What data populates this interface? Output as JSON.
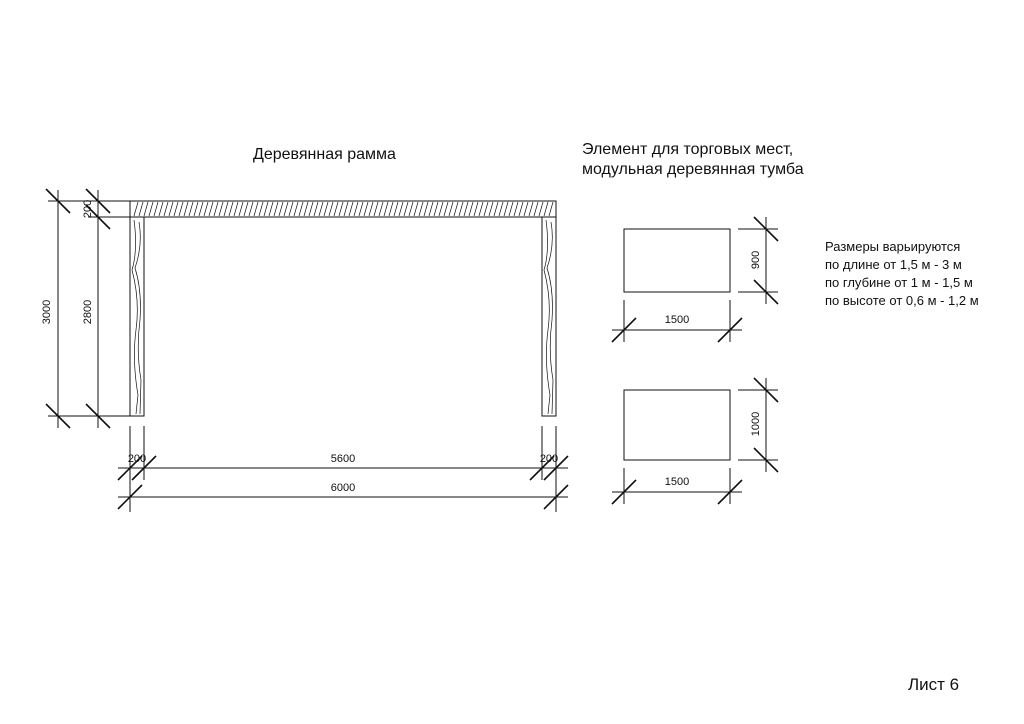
{
  "frame": {
    "title": "Деревянная рамма",
    "dims": {
      "total_height": "3000",
      "inner_height": "2800",
      "beam_thickness": "200",
      "post_left": "200",
      "span": "5600",
      "post_right": "200",
      "total_width": "6000"
    }
  },
  "module": {
    "title_line1": "Элемент для торговых мест,",
    "title_line2": "модульная деревянная тумба",
    "box1": {
      "width": "1500",
      "depth": "900"
    },
    "box2": {
      "width": "1500",
      "depth": "1000"
    },
    "notes": [
      "Размеры варьируются",
      "по длине от 1,5 м - 3 м",
      "по глубине от 1 м - 1,5 м",
      "по высоте от 0,6 м - 1,2 м"
    ]
  },
  "sheet": {
    "label": "Лист 6"
  }
}
